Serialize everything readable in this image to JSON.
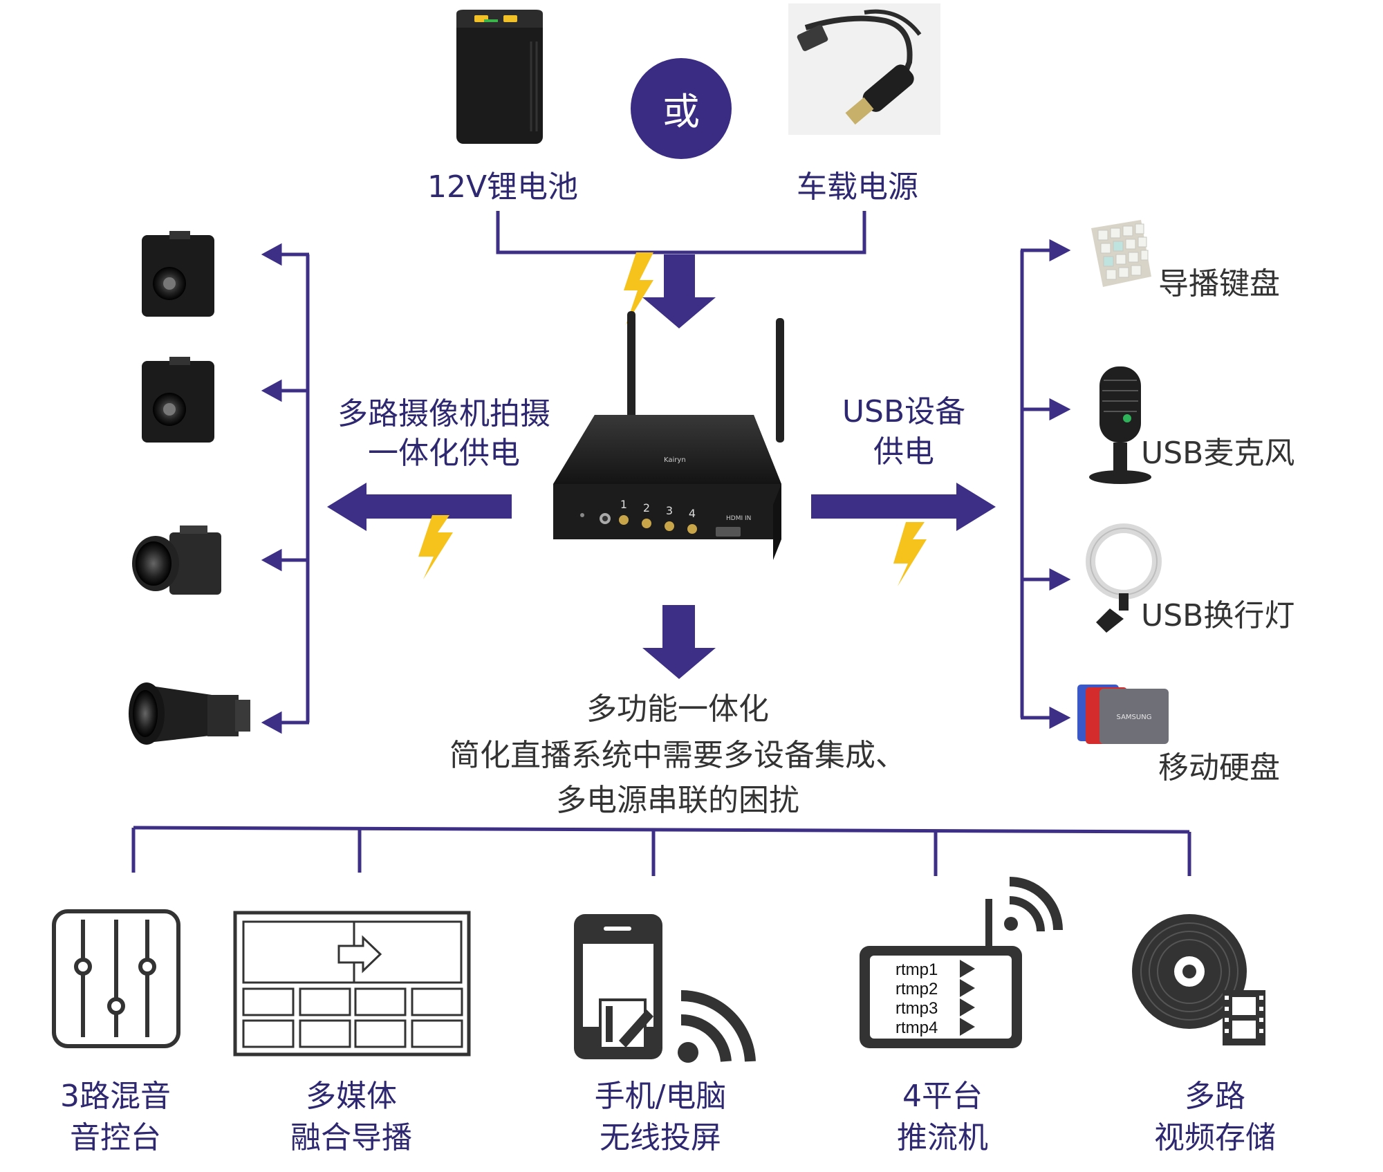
{
  "colors": {
    "line": "#3d2f85",
    "arrow": "#3d2f85",
    "lightning": "#f6c21c",
    "or_circle": "#3a2b83",
    "label": "#2e2870",
    "icon_dark": "#333333",
    "background": "#ffffff"
  },
  "power": {
    "battery_label": "12V锂电池",
    "or_label": "或",
    "car_label": "车载电源"
  },
  "left": {
    "label_line1": "多路摄像机拍摄",
    "label_line2": "一体化供电",
    "camera_icons": [
      "box-camera",
      "box-camera",
      "lens-camera",
      "telephoto-camera"
    ]
  },
  "right": {
    "label_line1": "USB设备",
    "label_line2": "供电",
    "devices": [
      {
        "label": "导播键盘",
        "icon": "keyboard-icon"
      },
      {
        "label": "USB麦克风",
        "icon": "microphone-icon"
      },
      {
        "label": "USB换行灯",
        "icon": "ring-light-icon"
      },
      {
        "label": "移动硬盘",
        "icon": "hard-drive-icon"
      }
    ]
  },
  "device": {
    "port_labels": [
      "1",
      "2",
      "3",
      "4"
    ],
    "hdmi_label": "HDMI IN"
  },
  "center": {
    "line1": "多功能一体化",
    "line2": "简化直播系统中需要多设备集成、",
    "line3": "多电源串联的困扰"
  },
  "features": [
    {
      "line1": "3路混音",
      "line2": "音控台",
      "icon": "mixer-icon"
    },
    {
      "line1": "多媒体",
      "line2": "融合导播",
      "icon": "video-wall-icon"
    },
    {
      "line1": "手机/电脑",
      "line2": "无线投屏",
      "icon": "phone-cast-icon"
    },
    {
      "line1": "4平台",
      "line2": "推流机",
      "icon": "streamer-icon"
    },
    {
      "line1": "多路",
      "line2": "视频存储",
      "icon": "storage-disc-icon"
    }
  ],
  "rtmp_labels": [
    "rtmp1",
    "rtmp2",
    "rtmp3",
    "rtmp4"
  ]
}
